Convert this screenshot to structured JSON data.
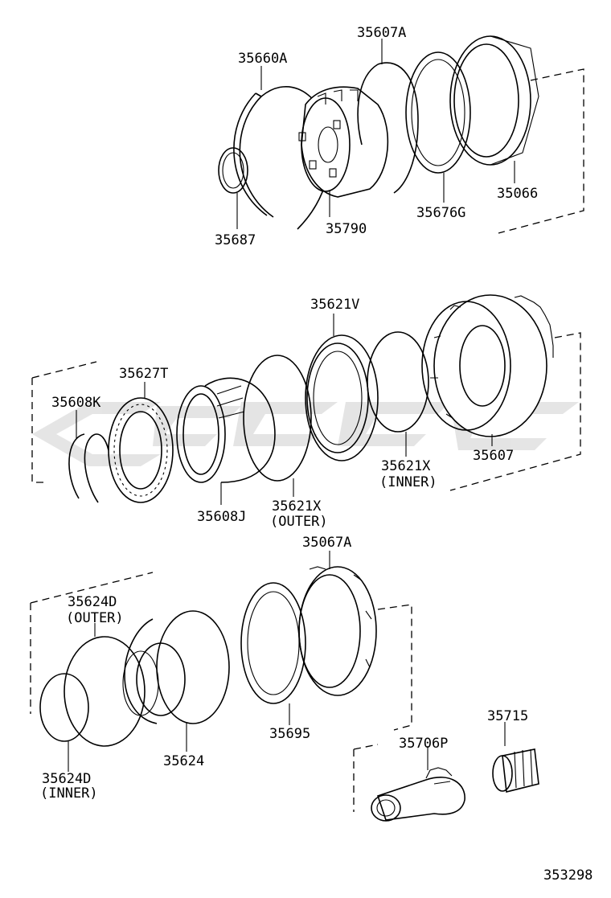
{
  "diagram": {
    "labels": {
      "p35660A": "35660A",
      "p35607A": "35607A",
      "p35687": "35687",
      "p35790": "35790",
      "p35676G": "35676G",
      "p35066": "35066",
      "p35621V": "35621V",
      "p35627T": "35627T",
      "p35608K": "35608K",
      "p35607": "35607",
      "p35621X_inner": "35621X",
      "p35621X_inner_note": "(INNER)",
      "p35608J": "35608J",
      "p35621X_outer": "35621X",
      "p35621X_outer_note": "(OUTER)",
      "p35067A": "35067A",
      "p35624D_outer": "35624D",
      "p35624D_outer_note": "(OUTER)",
      "p35695": "35695",
      "p35715": "35715",
      "p35706P": "35706P",
      "p35624": "35624",
      "p35624D_inner": "35624D",
      "p35624D_inner_note": "(INNER)"
    },
    "figure_number": "353298"
  }
}
